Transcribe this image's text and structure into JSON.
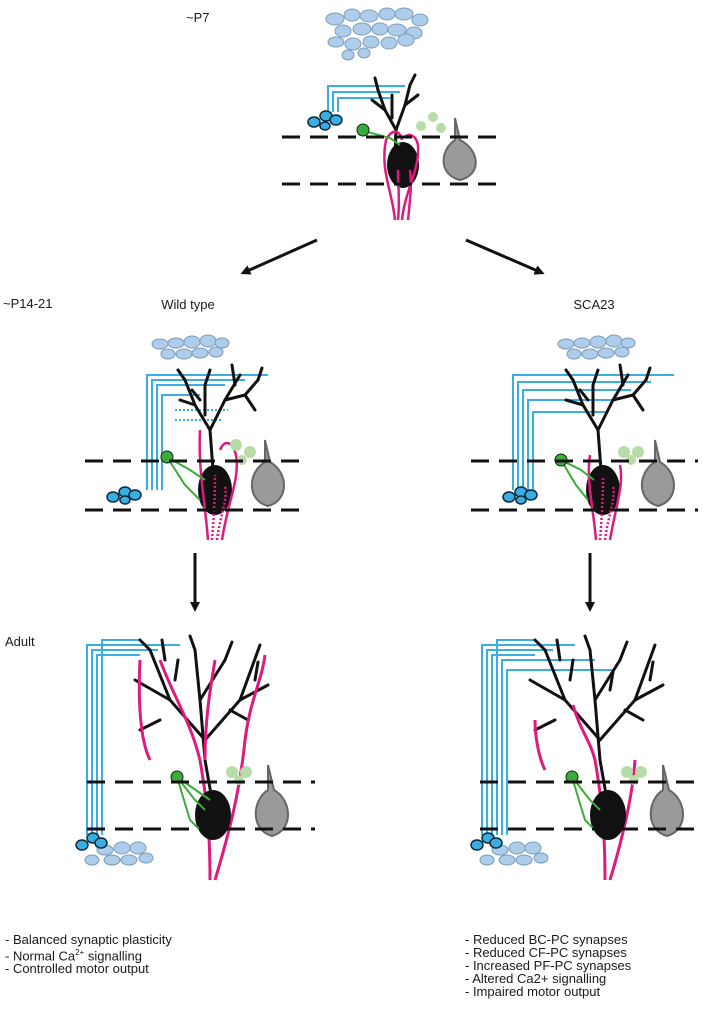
{
  "stages": {
    "p7": "~P7",
    "p14_21": "~P14-21",
    "adult": "Adult"
  },
  "columns": {
    "wild_type": "Wild type",
    "sca23": "SCA23"
  },
  "notes": {
    "wild_type": [
      "- Balanced synaptic plasticity",
      "- Normal Ca",
      "- Controlled motor output"
    ],
    "wild_type_superscript": "2+",
    "wild_type_suffix": " signalling",
    "sca23": [
      "- Reduced BC-PC synapses",
      "- Reduced CF-PC synapses",
      "- Increased PF-PC synapses",
      "- Altered Ca2+ signalling",
      "- Impaired motor output"
    ]
  },
  "colors": {
    "purkinje_cell": "#111111",
    "basket_cell_axon": "#3aaee0",
    "climbing_fiber": "#e0197d",
    "mossy_green": "#3bab3b",
    "granule_cells": "#aecdea",
    "glia": "#9a9a9a",
    "glia_dots": "#b8dca8"
  }
}
